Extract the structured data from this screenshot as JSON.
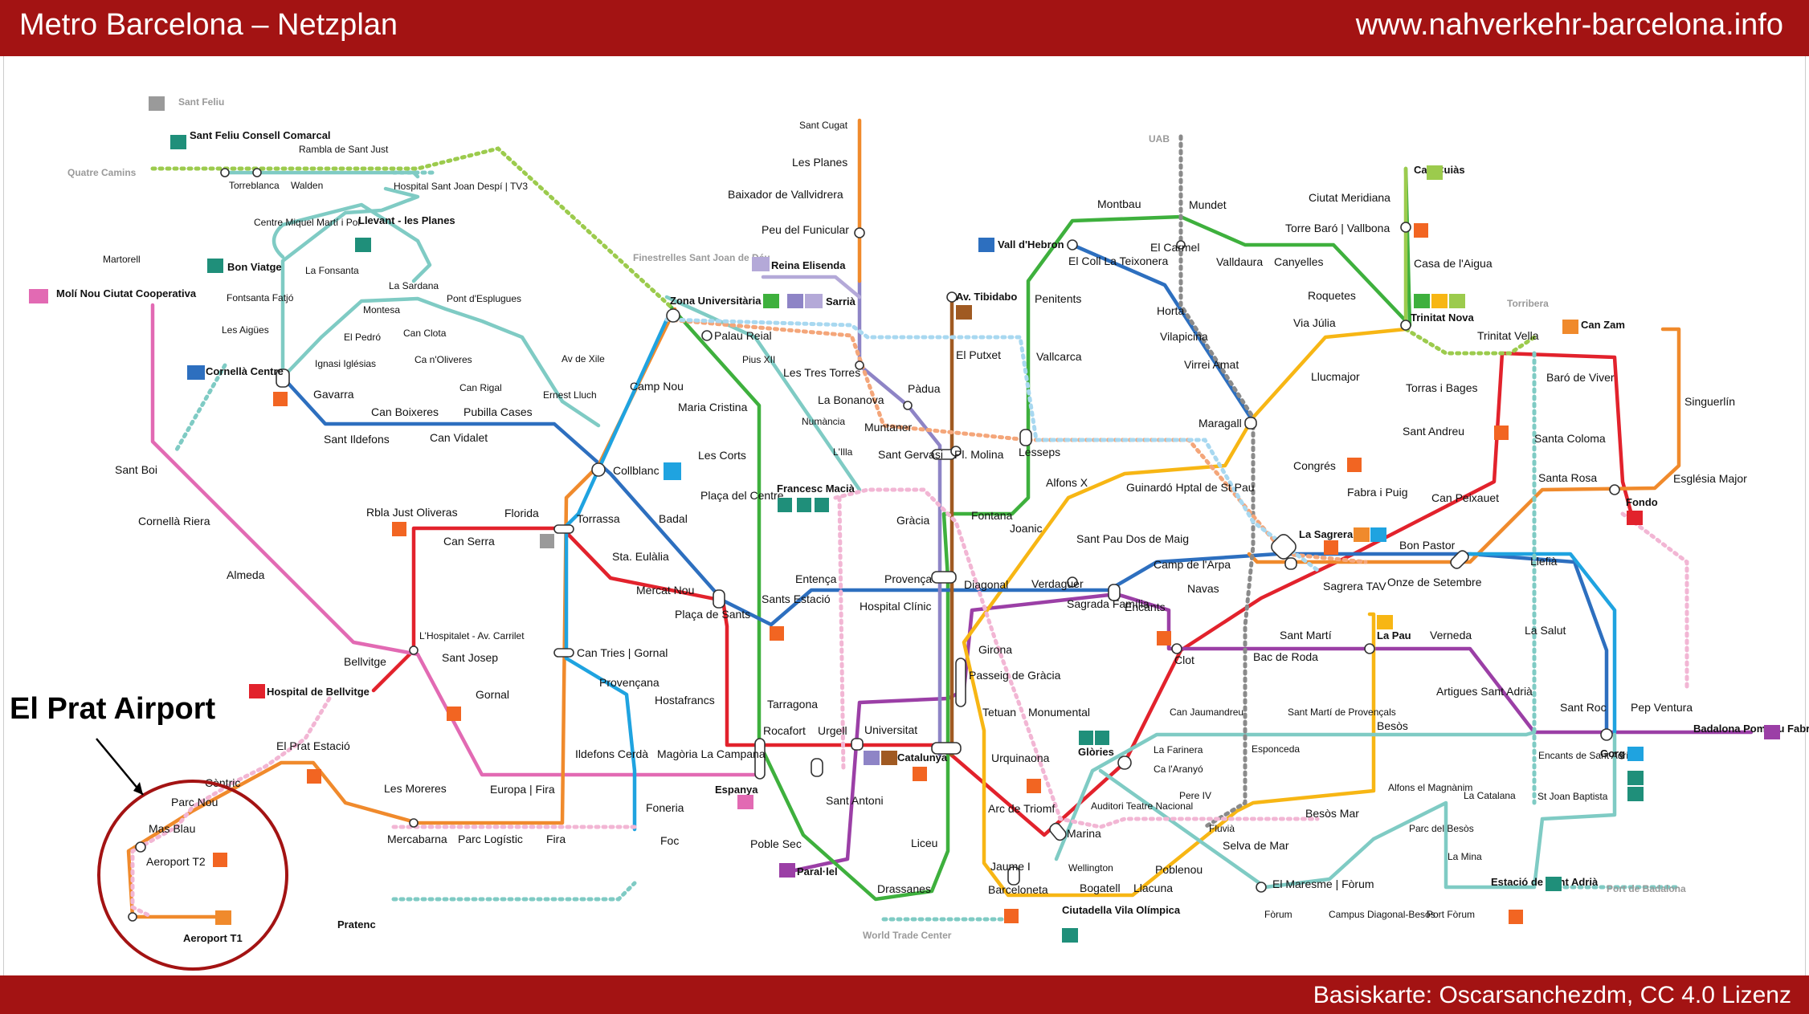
{
  "header": {
    "title": "Metro Barcelona – Netzplan",
    "url": "www.nahverkehr-barcelona.info"
  },
  "footer": {
    "credit": "Basiskarte: Oscarsanchezdm, CC 4.0 Lizenz"
  },
  "callout": {
    "label": "El Prat Airport"
  },
  "colors": {
    "L1": "#e2222c",
    "L2": "#9b3fa6",
    "L3": "#3eb03d",
    "L4": "#f7b614",
    "L5": "#2d6fbf",
    "L6": "#8e84c6",
    "L7": "#a05a22",
    "L8": "#e26ab3",
    "L9": "#f08a2c",
    "L10": "#1fa3e0",
    "L11": "#9ccb4d",
    "L12": "#b4a9d8",
    "FM": "#7fcbc4",
    "R": "#f26522",
    "tram": "#1f8f7a",
    "header": "#a31313",
    "rodalies": "#f4a67a"
  },
  "stations": [
    {
      "id": "sant-feliu",
      "label": "Sant Feliu"
    },
    {
      "id": "sant-feliu-cc",
      "label": "Sant Feliu Consell Comarcal"
    },
    {
      "id": "rambla-sant-just",
      "label": "Rambla de Sant Just"
    },
    {
      "id": "quatre-camins",
      "label": "Quatre Camins"
    },
    {
      "id": "torreblanca",
      "label": "Torreblanca"
    },
    {
      "id": "walden",
      "label": "Walden"
    },
    {
      "id": "hospital-sant-joan-despi",
      "label": "Hospital Sant Joan Despí | TV3"
    },
    {
      "id": "centre-miquel",
      "label": "Centre Miquel Martí i Pol"
    },
    {
      "id": "levant-planes",
      "label": "Llevant - les Planes"
    },
    {
      "id": "bon-viatge",
      "label": "Bon Viatge"
    },
    {
      "id": "la-fonsanta",
      "label": "La Fonsanta"
    },
    {
      "id": "martorell",
      "label": "Martorell"
    },
    {
      "id": "moli-nou",
      "label": "Molí Nou Ciutat Cooperativa"
    },
    {
      "id": "fontsanta",
      "label": "Fontsanta Fatjó"
    },
    {
      "id": "la-sardana",
      "label": "La Sardana"
    },
    {
      "id": "montesa",
      "label": "Montesa"
    },
    {
      "id": "pont-esplugues",
      "label": "Pont d'Esplugues"
    },
    {
      "id": "les-aigues",
      "label": "Les Aigües"
    },
    {
      "id": "el-pedro",
      "label": "El Pedró"
    },
    {
      "id": "can-clota",
      "label": "Can Clota"
    },
    {
      "id": "ignasi-iglesias",
      "label": "Ignasi Iglésias"
    },
    {
      "id": "ca-n-oliveres",
      "label": "Ca n'Oliveres"
    },
    {
      "id": "cornella-centre",
      "label": "Cornellà Centre"
    },
    {
      "id": "can-rigal",
      "label": "Can Rigal"
    },
    {
      "id": "gavarra",
      "label": "Gavarra"
    },
    {
      "id": "ernest-lluch",
      "label": "Ernest Lluch"
    },
    {
      "id": "can-boixeres",
      "label": "Can Boixeres"
    },
    {
      "id": "pubilla-cases",
      "label": "Pubilla Cases"
    },
    {
      "id": "sant-ildefons",
      "label": "Sant Ildefons"
    },
    {
      "id": "can-vidalet",
      "label": "Can Vidalet"
    },
    {
      "id": "sant-boi",
      "label": "Sant Boi"
    },
    {
      "id": "cornella-riera",
      "label": "Cornellà Riera"
    },
    {
      "id": "almeda",
      "label": "Almeda"
    },
    {
      "id": "bellvitge",
      "label": "Bellvitge"
    },
    {
      "id": "hospital-bellvitge",
      "label": "Hospital de Bellvitge"
    },
    {
      "id": "rbla-just-oliveras",
      "label": "Rbla Just Oliveras"
    },
    {
      "id": "can-serra",
      "label": "Can Serra"
    },
    {
      "id": "florida",
      "label": "Florida"
    },
    {
      "id": "torrassa",
      "label": "Torrassa"
    },
    {
      "id": "hospitalet-carrilet",
      "label": "L'Hospitalet - Av. Carrilet"
    },
    {
      "id": "sant-josep",
      "label": "Sant Josep"
    },
    {
      "id": "gornal",
      "label": "Gornal"
    },
    {
      "id": "el-prat-estacio",
      "label": "El Prat Estació"
    },
    {
      "id": "centric",
      "label": "Cèntric"
    },
    {
      "id": "parc-nou",
      "label": "Parc Nou"
    },
    {
      "id": "mas-blau",
      "label": "Mas Blau"
    },
    {
      "id": "aeroport-t2",
      "label": "Aeroport T2"
    },
    {
      "id": "aeroport-t1",
      "label": "Aeroport T1"
    },
    {
      "id": "les-moreres",
      "label": "Les Moreres"
    },
    {
      "id": "mercabarna",
      "label": "Mercabarna"
    },
    {
      "id": "parc-logistic",
      "label": "Parc Logístic"
    },
    {
      "id": "fira",
      "label": "Fira"
    },
    {
      "id": "europa-fira",
      "label": "Europa | Fira"
    },
    {
      "id": "ildefons-cerda",
      "label": "Ildefons Cerdà"
    },
    {
      "id": "pratenc",
      "label": "Pratenc"
    },
    {
      "id": "can-tries",
      "label": "Can Tries | Gornal"
    },
    {
      "id": "provencana",
      "label": "Provençana"
    },
    {
      "id": "foneria",
      "label": "Foneria"
    },
    {
      "id": "foc",
      "label": "Foc"
    },
    {
      "id": "magoria",
      "label": "Magòria La Campana"
    },
    {
      "id": "espanya",
      "label": "Espanya"
    },
    {
      "id": "collblanc",
      "label": "Collblanc"
    },
    {
      "id": "badal",
      "label": "Badal"
    },
    {
      "id": "sta-eulalia",
      "label": "Sta. Eulàlia"
    },
    {
      "id": "mercat-nou",
      "label": "Mercat Nou"
    },
    {
      "id": "placa-de-sants",
      "label": "Plaça de Sants"
    },
    {
      "id": "hostafrancs",
      "label": "Hostafrancs"
    },
    {
      "id": "sants-estacio",
      "label": "Sants Estació"
    },
    {
      "id": "tarragona",
      "label": "Tarragona"
    },
    {
      "id": "rocafort",
      "label": "Rocafort"
    },
    {
      "id": "urgell",
      "label": "Urgell"
    },
    {
      "id": "universitat",
      "label": "Universitat"
    },
    {
      "id": "poble-sec",
      "label": "Poble Sec"
    },
    {
      "id": "parallel",
      "label": "Paral·lel"
    },
    {
      "id": "sant-antoni",
      "label": "Sant Antoni"
    },
    {
      "id": "drassanes",
      "label": "Drassanes"
    },
    {
      "id": "liceu",
      "label": "Liceu"
    },
    {
      "id": "world-trade-center",
      "label": "World Trade Center"
    },
    {
      "id": "camp-nou",
      "label": "Camp Nou"
    },
    {
      "id": "av-xile",
      "label": "Av de Xile"
    },
    {
      "id": "finestrelles",
      "label": "Finestrelles Sant Joan de Déu"
    },
    {
      "id": "zona-universitaria",
      "label": "Zona Universitària"
    },
    {
      "id": "palau-reial",
      "label": "Palau Reial"
    },
    {
      "id": "maria-cristina",
      "label": "Maria Cristina"
    },
    {
      "id": "pius-xii",
      "label": "Pius XII"
    },
    {
      "id": "les-corts",
      "label": "Les Corts"
    },
    {
      "id": "placa-del-centre",
      "label": "Plaça del Centre"
    },
    {
      "id": "sant-cugat",
      "label": "Sant Cugat"
    },
    {
      "id": "les-planes",
      "label": "Les Planes"
    },
    {
      "id": "baixador-vallvidrera",
      "label": "Baixador de Vallvidrera"
    },
    {
      "id": "peu-del-funicular",
      "label": "Peu del Funicular"
    },
    {
      "id": "reina-elisenda",
      "label": "Reina Elisenda"
    },
    {
      "id": "sarria",
      "label": "Sarrià"
    },
    {
      "id": "les-tres-torres",
      "label": "Les Tres Torres"
    },
    {
      "id": "la-bonanova",
      "label": "La Bonanova"
    },
    {
      "id": "numancia",
      "label": "Numància"
    },
    {
      "id": "muntaner",
      "label": "Muntaner"
    },
    {
      "id": "l-illa",
      "label": "L'Illa"
    },
    {
      "id": "sant-gervasi",
      "label": "Sant Gervasi"
    },
    {
      "id": "francesc-macia",
      "label": "Francesc Macià"
    },
    {
      "id": "gracia",
      "label": "Gràcia"
    },
    {
      "id": "entenca",
      "label": "Entença"
    },
    {
      "id": "hospital-clinic",
      "label": "Hospital Clínic"
    },
    {
      "id": "provenca",
      "label": "Provença"
    },
    {
      "id": "av-tibidabo",
      "label": "Av. Tibidabo"
    },
    {
      "id": "el-putxet",
      "label": "El Putxet"
    },
    {
      "id": "padua",
      "label": "Pàdua"
    },
    {
      "id": "pl-molina",
      "label": "Pl. Molina"
    },
    {
      "id": "fontana",
      "label": "Fontana"
    },
    {
      "id": "diagonal",
      "label": "Diagonal"
    },
    {
      "id": "catalunya",
      "label": "Catalunya"
    },
    {
      "id": "vall-hebron",
      "label": "Vall d'Hebron"
    },
    {
      "id": "penitents",
      "label": "Penitents"
    },
    {
      "id": "vallcarca",
      "label": "Vallcarca"
    },
    {
      "id": "lesseps",
      "label": "Lesseps"
    },
    {
      "id": "montbau",
      "label": "Montbau"
    },
    {
      "id": "mundet",
      "label": "Mundet"
    },
    {
      "id": "el-coll",
      "label": "El Coll La Teixonera"
    },
    {
      "id": "el-carmel",
      "label": "El Carmel"
    },
    {
      "id": "valldaura",
      "label": "Valldaura"
    },
    {
      "id": "canyelles",
      "label": "Canyelles"
    },
    {
      "id": "horta",
      "label": "Horta"
    },
    {
      "id": "vilapicina",
      "label": "Vilapicina"
    },
    {
      "id": "virrei-amat",
      "label": "Virrei Amat"
    },
    {
      "id": "maragall",
      "label": "Maragall"
    },
    {
      "id": "alfons-x",
      "label": "Alfons X"
    },
    {
      "id": "joanic",
      "label": "Joanic"
    },
    {
      "id": "guinardo",
      "label": "Guinardó Hptal de St Pau"
    },
    {
      "id": "sant-pau",
      "label": "Sant Pau Dos de Maig"
    },
    {
      "id": "verdaguer",
      "label": "Verdaguer"
    },
    {
      "id": "girona",
      "label": "Girona"
    },
    {
      "id": "passeig-gracia",
      "label": "Passeig de Gràcia"
    },
    {
      "id": "tetuan",
      "label": "Tetuan"
    },
    {
      "id": "monumental",
      "label": "Monumental"
    },
    {
      "id": "sagrada-familia",
      "label": "Sagrada Família"
    },
    {
      "id": "encants",
      "label": "Encants"
    },
    {
      "id": "urquinaona",
      "label": "Urquinaona"
    },
    {
      "id": "arc-triomf",
      "label": "Arc de Triomf"
    },
    {
      "id": "marina",
      "label": "Marina"
    },
    {
      "id": "jaume-i",
      "label": "Jaume I"
    },
    {
      "id": "barceloneta",
      "label": "Barceloneta"
    },
    {
      "id": "ciutadella",
      "label": "Ciutadella Vila Olímpica"
    },
    {
      "id": "uab",
      "label": "UAB"
    },
    {
      "id": "can-cuias",
      "label": "Can Cuiàs"
    },
    {
      "id": "ciutat-meridiana",
      "label": "Ciutat Meridiana"
    },
    {
      "id": "torre-baro",
      "label": "Torre Baró | Vallbona"
    },
    {
      "id": "casa-aigua",
      "label": "Casa de l'Aigua"
    },
    {
      "id": "roquetes",
      "label": "Roquetes"
    },
    {
      "id": "trinitat-nova",
      "label": "Trinitat Nova"
    },
    {
      "id": "via-julia",
      "label": "Via Júlia"
    },
    {
      "id": "llucmajor",
      "label": "Llucmajor"
    },
    {
      "id": "congres",
      "label": "Congrés"
    },
    {
      "id": "torribera",
      "label": "Torribera"
    },
    {
      "id": "trinitat-vella",
      "label": "Trinitat Vella"
    },
    {
      "id": "can-zam",
      "label": "Can Zam"
    },
    {
      "id": "torras-bages",
      "label": "Torras i Bages"
    },
    {
      "id": "baro-viver",
      "label": "Baró de Viver"
    },
    {
      "id": "singuerlin",
      "label": "Singuerlín"
    },
    {
      "id": "sant-andreu",
      "label": "Sant Andreu"
    },
    {
      "id": "santa-coloma",
      "label": "Santa Coloma"
    },
    {
      "id": "santa-rosa",
      "label": "Santa Rosa"
    },
    {
      "id": "esglesia-major",
      "label": "Església Major"
    },
    {
      "id": "fabra-puig",
      "label": "Fabra i Puig"
    },
    {
      "id": "can-peixauet",
      "label": "Can Peixauet"
    },
    {
      "id": "fondo",
      "label": "Fondo"
    },
    {
      "id": "la-sagrera",
      "label": "La Sagrera"
    },
    {
      "id": "bon-pastor",
      "label": "Bon Pastor"
    },
    {
      "id": "sagrera-tav",
      "label": "Sagrera TAV"
    },
    {
      "id": "onze-setembre",
      "label": "Onze de Setembre"
    },
    {
      "id": "llefia",
      "label": "Llefià"
    },
    {
      "id": "camp-arpa",
      "label": "Camp de l'Arpa"
    },
    {
      "id": "navas",
      "label": "Navas"
    },
    {
      "id": "la-salut",
      "label": "La Salut"
    },
    {
      "id": "clot",
      "label": "Clot"
    },
    {
      "id": "sant-marti",
      "label": "Sant Martí"
    },
    {
      "id": "la-pau",
      "label": "La Pau"
    },
    {
      "id": "verneda",
      "label": "Verneda"
    },
    {
      "id": "bac-de-roda",
      "label": "Bac de Roda"
    },
    {
      "id": "artigues",
      "label": "Artigues Sant Adrià"
    },
    {
      "id": "sant-roc",
      "label": "Sant Roc"
    },
    {
      "id": "gorg",
      "label": "Gorg"
    },
    {
      "id": "pep-ventura",
      "label": "Pep Ventura"
    },
    {
      "id": "badalona-pompeu",
      "label": "Badalona Pompeu Fabra"
    },
    {
      "id": "can-jaumandreu",
      "label": "Can Jaumandreu"
    },
    {
      "id": "sant-marti-provencals",
      "label": "Sant Martí de Provençals"
    },
    {
      "id": "besos",
      "label": "Besòs"
    },
    {
      "id": "la-farinera",
      "label": "La Farinera"
    },
    {
      "id": "ca-aranyo",
      "label": "Ca l'Aranyó"
    },
    {
      "id": "esponceda",
      "label": "Esponceda"
    },
    {
      "id": "glories",
      "label": "Glòries"
    },
    {
      "id": "pere-iv",
      "label": "Pere IV"
    },
    {
      "id": "auditori",
      "label": "Auditori Teatre Nacional"
    },
    {
      "id": "fluvia",
      "label": "Fluvià"
    },
    {
      "id": "selva-de-mar",
      "label": "Selva de Mar"
    },
    {
      "id": "besos-mar",
      "label": "Besòs Mar"
    },
    {
      "id": "wellington",
      "label": "Wellington"
    },
    {
      "id": "bogatell",
      "label": "Bogatell"
    },
    {
      "id": "llacuna",
      "label": "Llacuna"
    },
    {
      "id": "poblenou",
      "label": "Poblenou"
    },
    {
      "id": "el-maresme",
      "label": "El Maresme | Fòrum"
    },
    {
      "id": "forum",
      "label": "Fòrum"
    },
    {
      "id": "campus-diagonal",
      "label": "Campus Diagonal-Besòs"
    },
    {
      "id": "port-forum",
      "label": "Port Fòrum"
    },
    {
      "id": "alfons-magnanim",
      "label": "Alfons el Magnànim"
    },
    {
      "id": "la-catalana",
      "label": "La Catalana"
    },
    {
      "id": "parc-del-besos",
      "label": "Parc del Besòs"
    },
    {
      "id": "la-mina",
      "label": "La Mina"
    },
    {
      "id": "encants-sant-adria",
      "label": "Encants de Sant Adrià"
    },
    {
      "id": "st-joan-baptista",
      "label": "St Joan Baptista"
    },
    {
      "id": "estacio-sant-adria",
      "label": "Estació de Sant Adrià"
    },
    {
      "id": "port-badalona",
      "label": "Port de Badalona"
    }
  ]
}
